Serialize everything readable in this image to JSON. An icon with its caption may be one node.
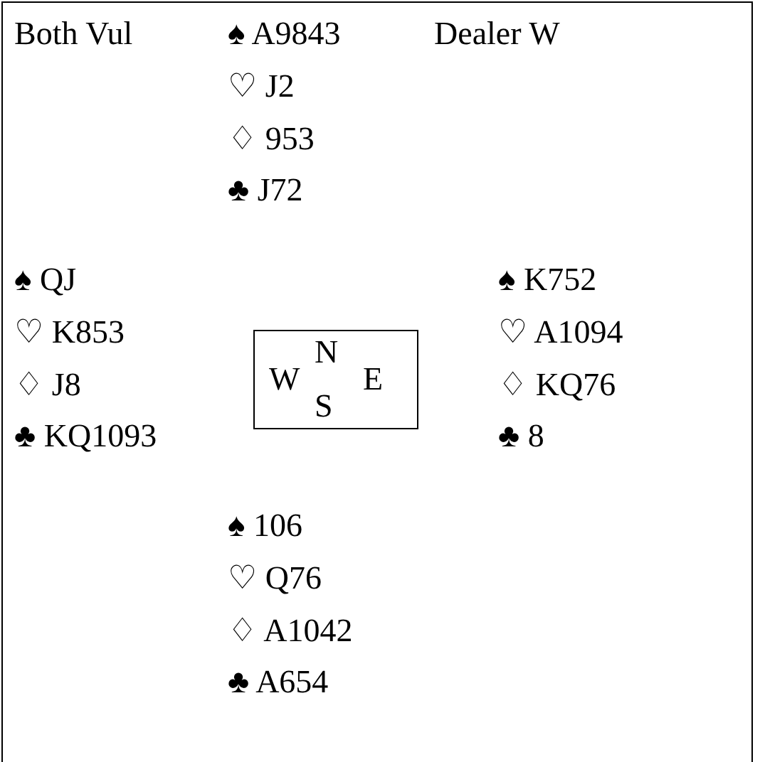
{
  "diagram": {
    "nodes": [
      {
        "text": [
          "N",
          "W",
          "E",
          "S"
        ]
      }
    ],
    "labels": [
      "Both Vul",
      "♠ A9843",
      "Dealer W",
      "♡ J2",
      "♢ 953",
      "♣ J72",
      "♠ QJ",
      "♠ K752",
      "♡ K853",
      "♡ A1094",
      "♢ J8",
      "♢ KQ76",
      "♣ KQ1093",
      "♣ 8",
      "♠ 106",
      "♡ Q76",
      "♢ A1042",
      "♣ A654"
    ]
  }
}
